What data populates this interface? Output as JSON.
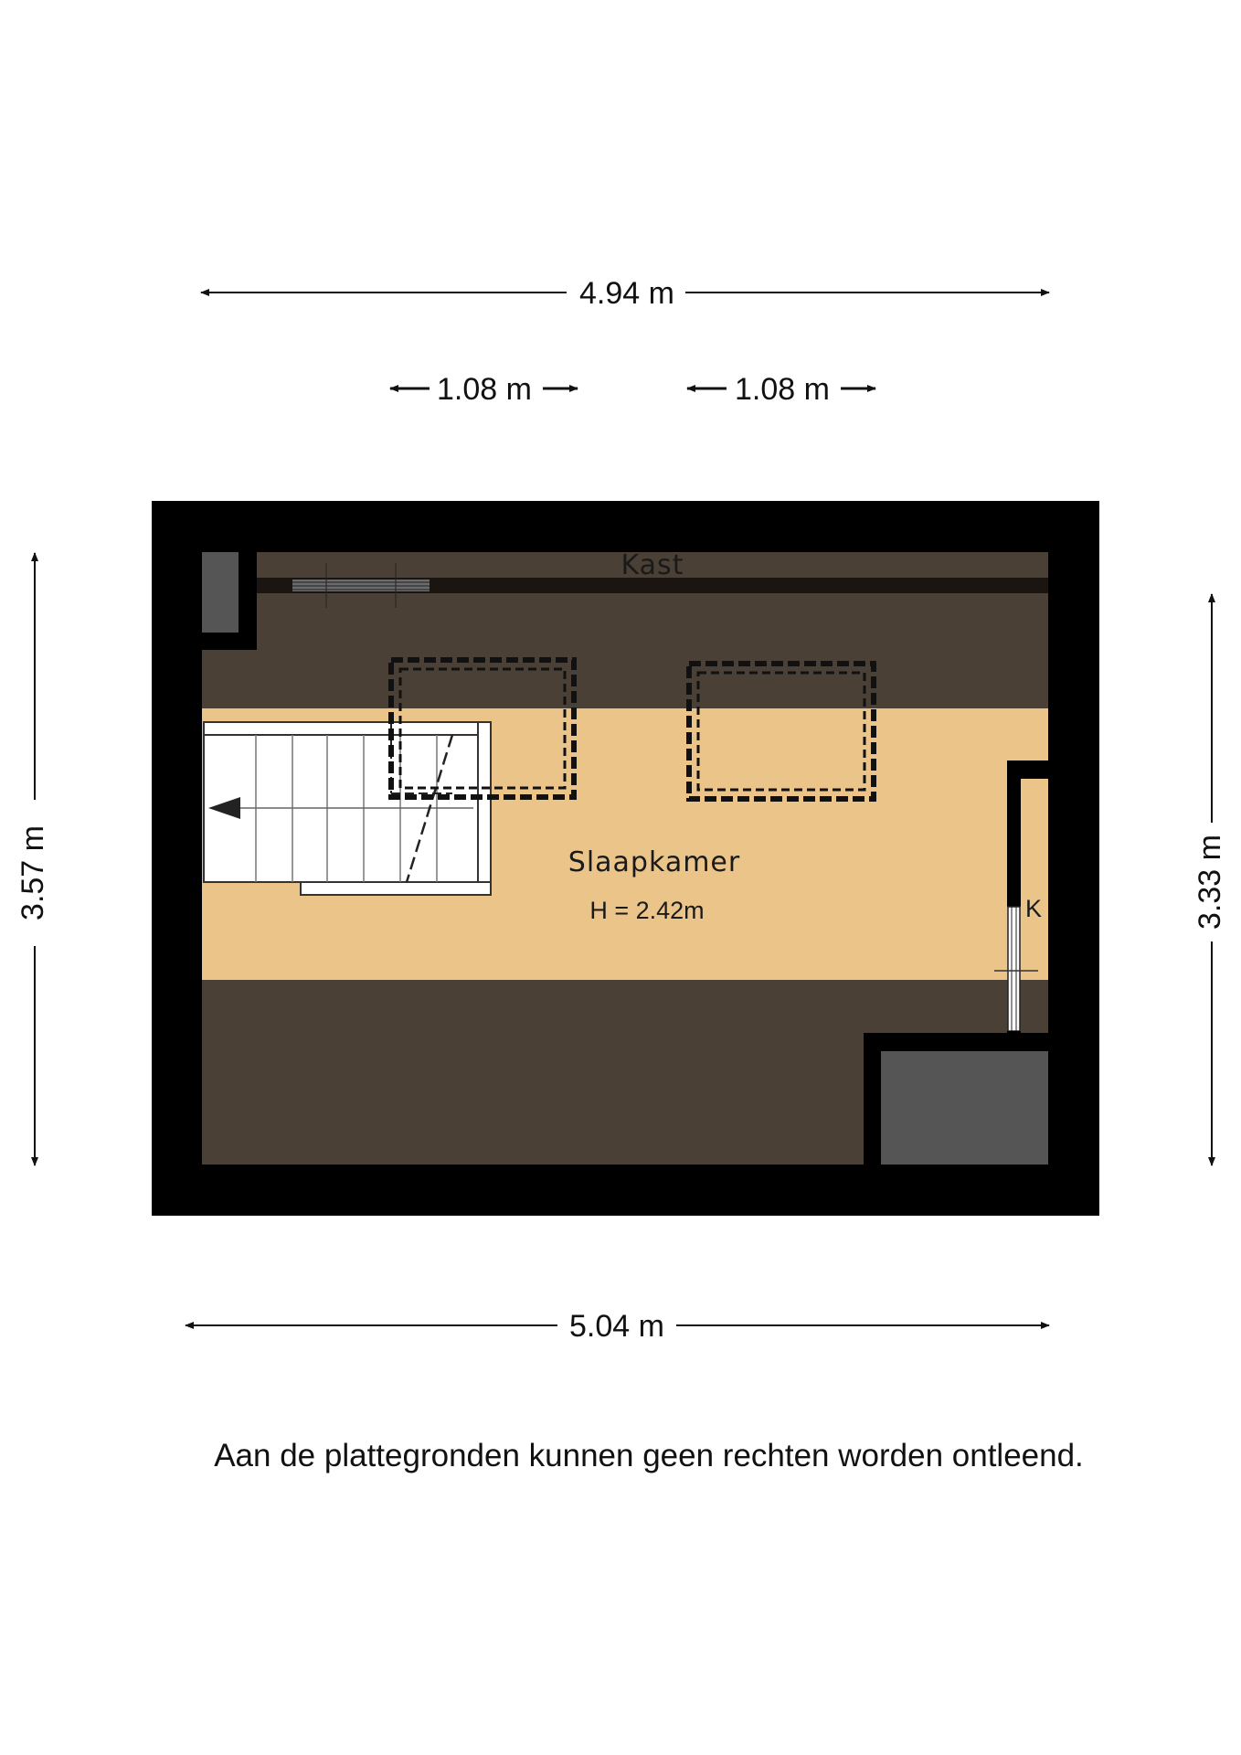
{
  "dimensions": {
    "top_total": "4.94 m",
    "top_window_left": "1.08 m",
    "top_window_right": "1.08 m",
    "bottom_total": "5.04 m",
    "left_height": "3.57 m",
    "right_height": "3.33 m"
  },
  "rooms": {
    "main_name": "Slaapkamer",
    "main_height": "H = 2.42m",
    "closet_label": "Kast",
    "small_closet_label": "K"
  },
  "disclaimer": "Aan de plattegronden kunnen geen rechten worden ontleend.",
  "colors": {
    "wall": "#000000",
    "low_ceiling_zone": "#4a4035",
    "floor": "#ebc48a",
    "stairs": "#ffffff",
    "chimney": "#555555"
  }
}
